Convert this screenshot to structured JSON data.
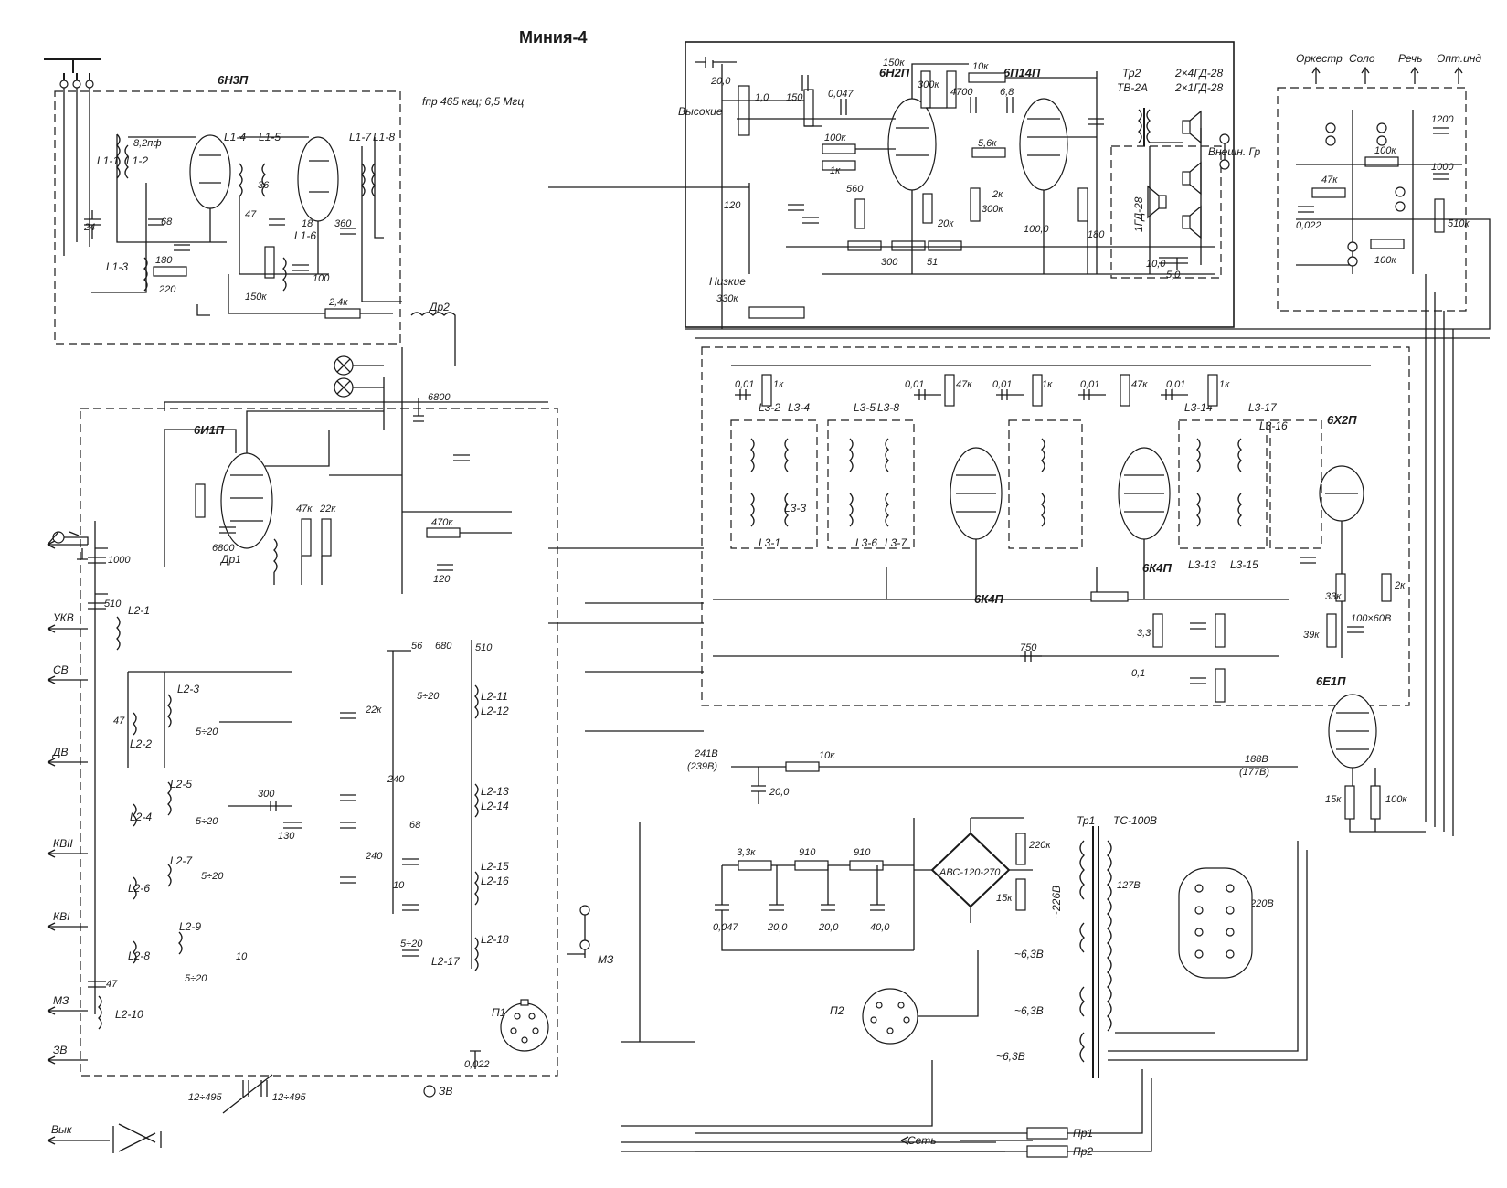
{
  "title": "Миния-4",
  "if_note": "fпр 465 кгц; 6,5 Мгц",
  "tubes": {
    "v1": "6Н3П",
    "v2": "6И1П",
    "v3": "6Н2П",
    "v4": "6П14П",
    "v5": "6К4П",
    "v6": "6К4П",
    "v7": "6Х2П",
    "v8": "6Е1П"
  },
  "bands": {
    "ukv": "УКВ",
    "sv": "СВ",
    "dv": "ДВ",
    "kv2": "КВII",
    "kv1": "КВI",
    "mz": "МЗ",
    "zv": "ЗВ",
    "vyk": "Вык"
  },
  "tone": {
    "orkestr": "Оркестр",
    "solo": "Соло",
    "rech": "Речь",
    "opt_ind": "Опт.инд",
    "vysokie": "Высокие",
    "nizkie": "Низкие",
    "nizkie_val": "330к"
  },
  "speakers": {
    "tr2": "Тр2",
    "tr2_type": "ТВ-2А",
    "spk_a": "2×4ГД-28",
    "spk_b": "2×1ГД-28",
    "spk_c": "1ГД-28",
    "ext": "Внешн. Гр"
  },
  "power": {
    "rect": "АВС-120-270",
    "tr1": "Тр1",
    "tr1_type": "ТС-100В",
    "set": "~Сеть",
    "fuse1": "Пр1",
    "fuse2": "Пр2",
    "heat_a": "~6,3В",
    "heat_b": "~6,3В",
    "heat_c": "~6,3В",
    "hv": "~226В",
    "v220": "220В",
    "v127": "127В",
    "p1": "П1",
    "p2": "П2"
  },
  "labels": {
    "dr1": "Др1",
    "dr2": "Др2",
    "l11": "L1-1",
    "l12": "L1-2",
    "l13": "L1-3",
    "l14": "L1-4",
    "l15": "L1-5",
    "l16": "L1-6",
    "l17": "L1-7",
    "l18": "L1-8",
    "l21": "L2-1",
    "l22": "L2-2",
    "l23": "L2-3",
    "l24": "L2-4",
    "l25": "L2-5",
    "l26": "L2-6",
    "l27": "L2-7",
    "l28": "L2-8",
    "l29": "L2-9",
    "l210": "L2-10",
    "l211": "L2-11",
    "l212": "L2-12",
    "l213": "L2-13",
    "l214": "L2-14",
    "l215": "L2-15",
    "l216": "L2-16",
    "l217": "L2-17",
    "l218": "L2-18",
    "l31": "L3-1",
    "l32": "L3-2",
    "l33": "L3-3",
    "l34": "L3-4",
    "l35": "L3-5",
    "l36": "L3-6",
    "l37": "L3-7",
    "l38": "L3-8",
    "l313": "L3-13",
    "l314": "L3-14",
    "l315": "L3-15",
    "l316": "L3-16",
    "l317": "L3-17"
  },
  "values": {
    "c24": "24",
    "c68": "68",
    "c180": "180",
    "r220": "220",
    "c82": "8,2пф",
    "c36": "36",
    "c47": "47",
    "r150k": "150к",
    "c18": "18",
    "c360": "360",
    "c100": "100",
    "r24k": "2,4к",
    "c6800a": "6800",
    "c6800b": "6800",
    "c1000": "1000",
    "c510": "510",
    "r47k": "47к",
    "r22k": "22к",
    "r470k": "470к",
    "c120": "120",
    "c510b": "510",
    "c56": "56",
    "c680": "680",
    "c520": "5÷20",
    "c300": "300",
    "c130": "130",
    "c10": "10",
    "c240": "240",
    "c22": "0,022",
    "c495a": "12÷495",
    "c495b": "12÷495",
    "c150": "150",
    "c047": "0,047",
    "c200": "20,0",
    "c10v": "1,0",
    "r150kb": "150к",
    "r300k": "300к",
    "r10k": "10к",
    "c4700": "4700",
    "c68b": "6,8",
    "r100k": "100к",
    "r1k": "1к",
    "r560": "560",
    "r20k": "20к",
    "r300": "300",
    "r51": "51",
    "r56k": "5,6к",
    "r300kb": "300к",
    "r2k": "2к",
    "c1000b": "100,0",
    "r180": "180",
    "c100b": "10,0",
    "c50": "5,0",
    "c1200": "1200",
    "c1000c": "1000",
    "r510k": "510к",
    "r47kb": "47к",
    "c0022b": "0,022",
    "r100kb": "100к",
    "r100kc": "100к",
    "c001": "0,01",
    "r1kb": "1к",
    "r47kc": "47к",
    "c750": "750",
    "c01": "0,1",
    "r33": "3,3",
    "r39k": "39к",
    "c100x60": "100×60В",
    "r33k": "33к",
    "r15k": "15к",
    "r100kd": "100к",
    "r10kb": "10к",
    "c200b": "20,0",
    "r33kb": "3,3к",
    "r910a": "910",
    "r910b": "910",
    "c0047b": "0,047",
    "c200c": "20,0",
    "c200d": "20,0",
    "c400": "40,0",
    "r220k": "220к",
    "r15kb": "15к",
    "v241": "241В",
    "v239": "(239В)",
    "v188": "188В",
    "v177": "(177В)"
  }
}
